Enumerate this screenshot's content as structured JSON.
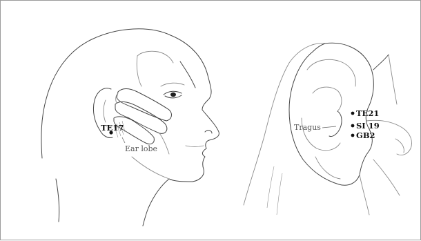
{
  "labels": {
    "te17": "TE17",
    "ear_lobe": "Ear lobe",
    "tragus": "Tragus",
    "te21": "TE21",
    "si19": "SI 19",
    "gb2": "GB2"
  }
}
